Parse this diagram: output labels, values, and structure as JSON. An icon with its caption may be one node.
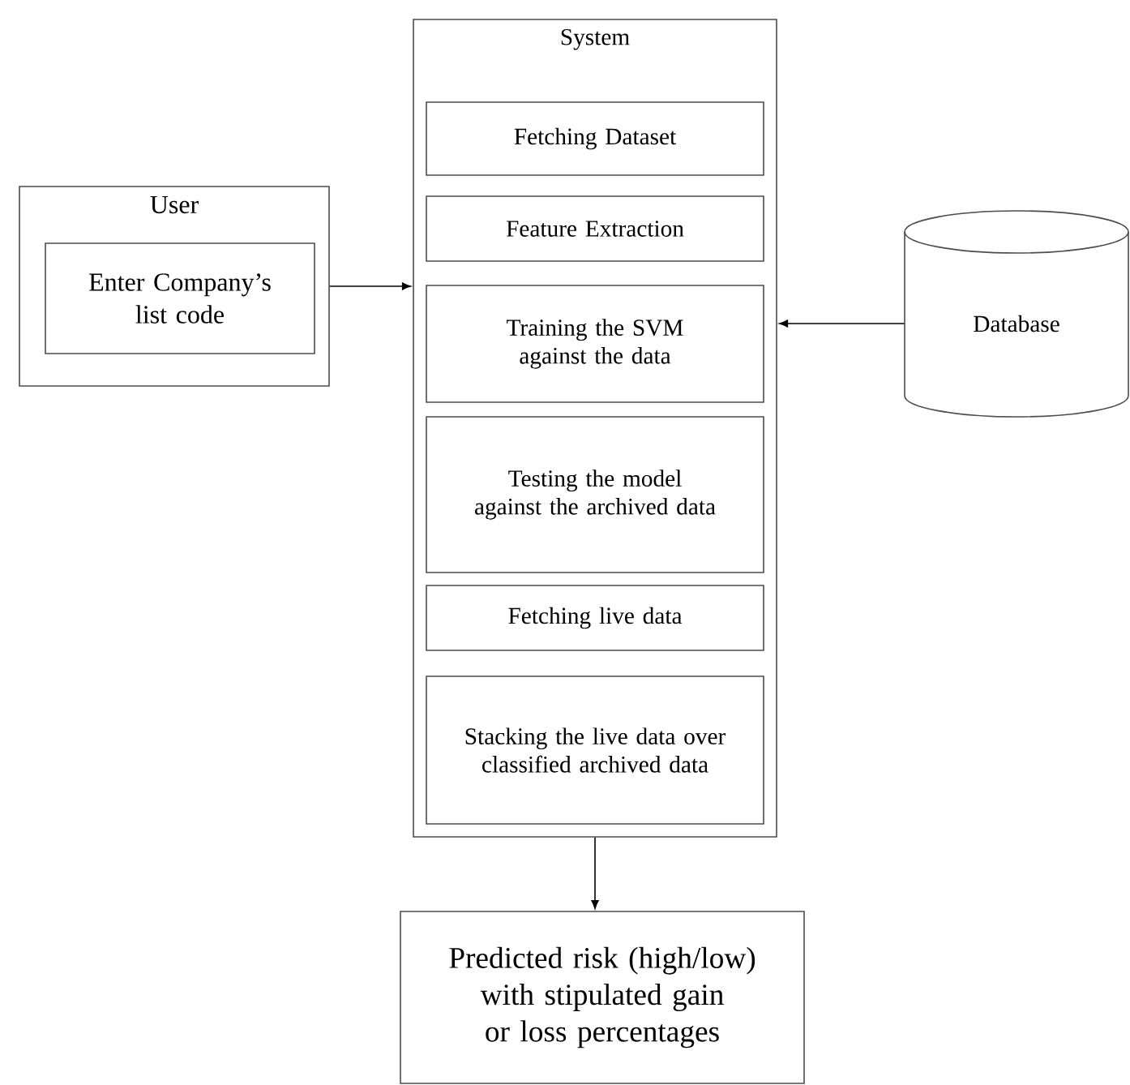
{
  "diagram": {
    "nodes": [
      {
        "text": [
          "User"
        ]
      },
      {
        "text": [
          "Enter Company’s list code"
        ],
        "in": 0
      },
      {
        "text": [
          "System"
        ]
      },
      {
        "text": [
          "Fetching Dataset"
        ],
        "in": 2
      },
      {
        "text": [
          "Feature Extraction"
        ],
        "in": 2
      },
      {
        "text": [
          "Training the SVM against the data"
        ],
        "in": 2
      },
      {
        "text": [
          "Testing the model against the archived data"
        ],
        "in": 2
      },
      {
        "text": [
          "Fetching live data"
        ],
        "in": 2
      },
      {
        "text": [
          "Stacking the live data over classified archived data"
        ],
        "in": 2
      },
      {
        "text": [
          "Database"
        ]
      },
      {
        "text": [
          "Predicted risk (high/low) with stipulated gain or loss percentages"
        ]
      }
    ],
    "edges": [
      {
        "from": 0,
        "to": 2,
        "arrow": "to"
      },
      {
        "from": 9,
        "to": 2,
        "arrow": "to"
      },
      {
        "from": 2,
        "to": 10,
        "arrow": "to"
      }
    ]
  }
}
